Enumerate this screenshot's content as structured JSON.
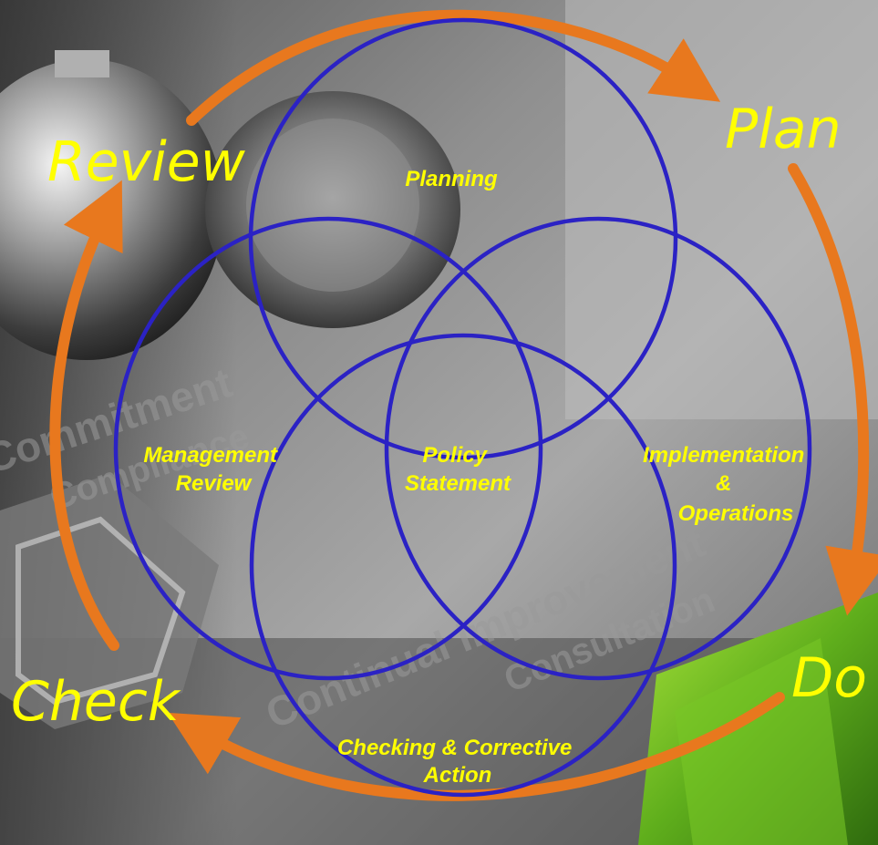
{
  "phases": {
    "plan": "Plan",
    "do": "Do",
    "check": "Check",
    "review": "Review"
  },
  "circles": {
    "planning": "Planning",
    "management_review": [
      "Management",
      "Review"
    ],
    "policy_statement": [
      "Policy",
      "Statement"
    ],
    "implementation": [
      "Implementation",
      "&",
      "Operations"
    ],
    "checking": [
      "Checking & Corrective",
      "Action"
    ]
  },
  "background_text": {
    "commitment": "Commitment",
    "compliance": "Compliance",
    "continual": "Continual Improvement",
    "consultation": "Consultation"
  },
  "colors": {
    "circle_stroke": "#2b22c4",
    "arrow": "#e8781e",
    "label": "#ffff00"
  }
}
